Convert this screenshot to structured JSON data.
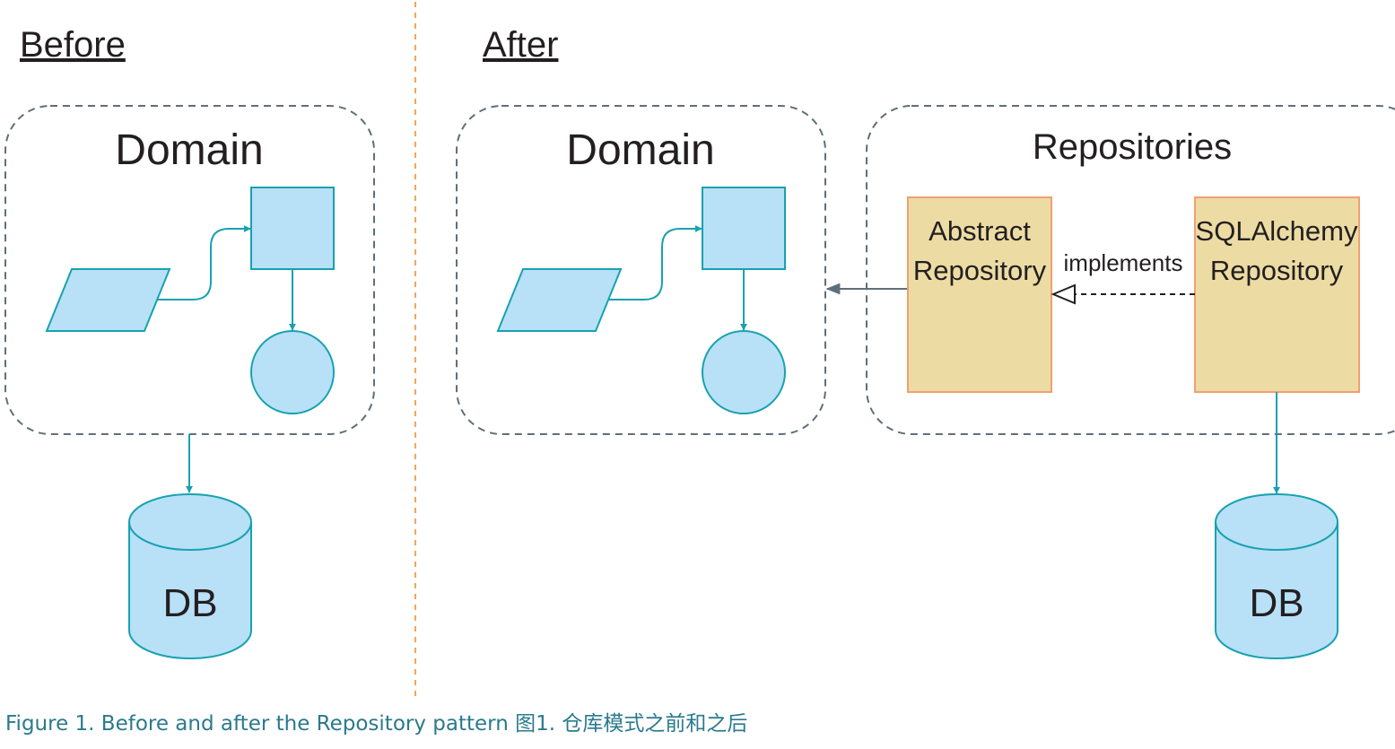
{
  "headings": {
    "before": "Before",
    "after": "After"
  },
  "before_panel": {
    "domain_title": "Domain",
    "db_label": "DB"
  },
  "after_panel": {
    "domain_title": "Domain",
    "repositories_title": "Repositories",
    "abstract_repo": [
      "Abstract",
      "Repository"
    ],
    "sqlalchemy_repo": [
      "SQLAlchemy",
      "Repository"
    ],
    "implements_label": "implements",
    "db_label": "DB"
  },
  "caption": "Figure 1. Before and after the Repository pattern 图1. 仓库模式之前和之后",
  "colors": {
    "shape_fill": "#b8e0f7",
    "shape_stroke": "#17a2b0",
    "dashed_border": "#5f6f7a",
    "divider": "#f2a65a",
    "repo_fill": "#ecdca4",
    "repo_stroke": "#f0a070",
    "caption": "#2a7a8e"
  }
}
